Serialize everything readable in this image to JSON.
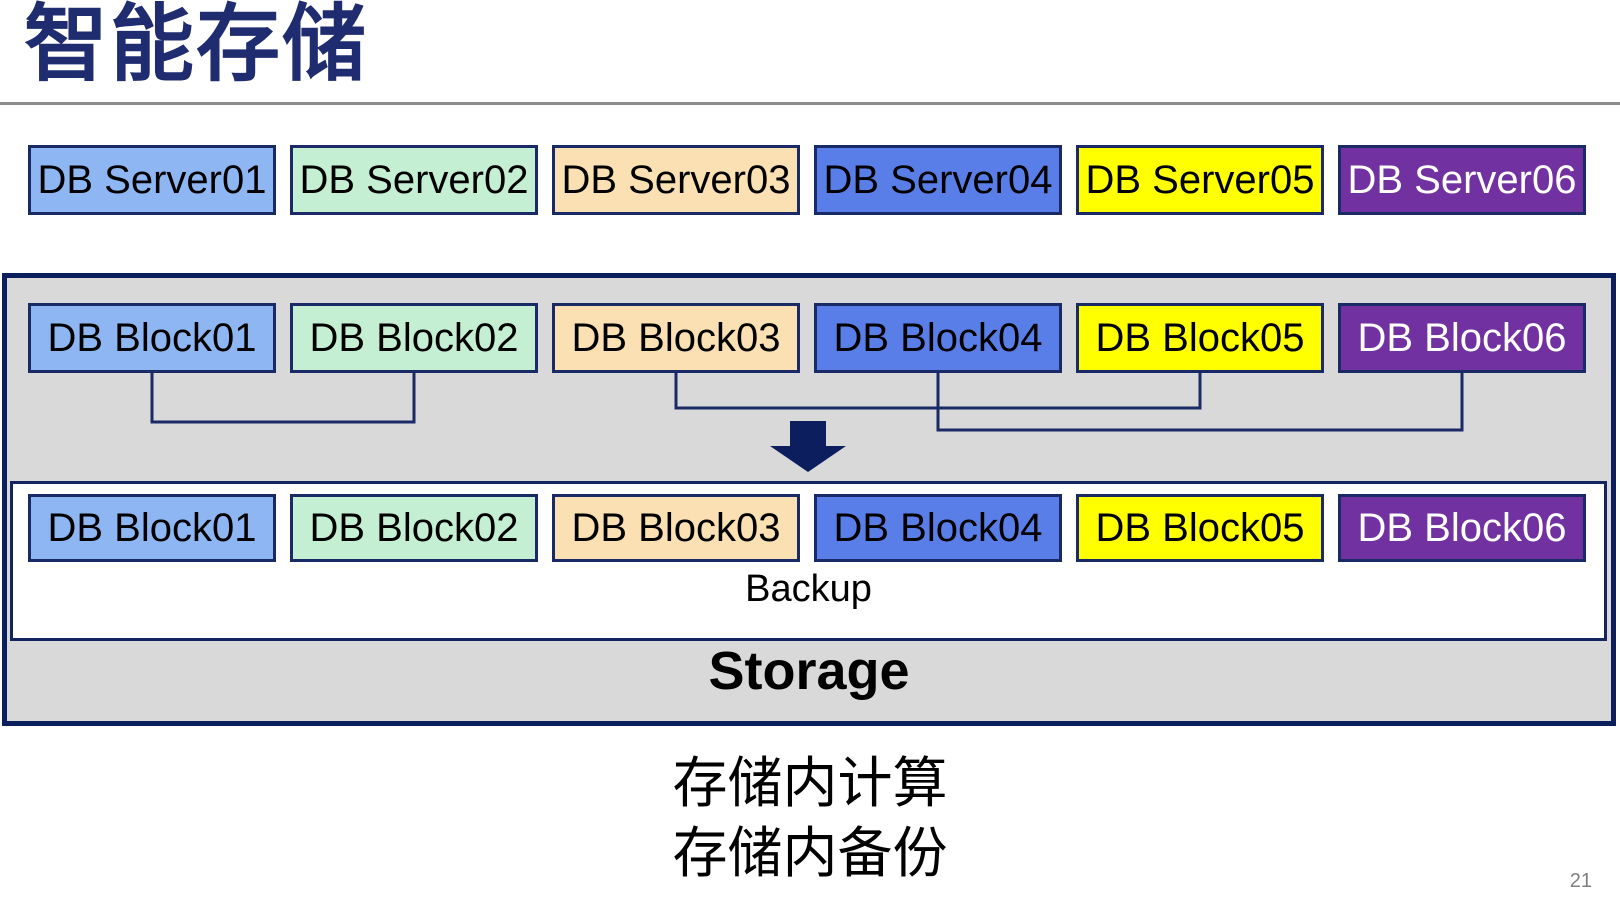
{
  "title": "智能存储",
  "page_number": "21",
  "captions": {
    "line1": "存储内计算",
    "line2": "存储内备份"
  },
  "server_row": [
    {
      "label": "DB Server01",
      "fill": "#8DB6F2",
      "text": "#000000"
    },
    {
      "label": "DB Server02",
      "fill": "#C5EFD3",
      "text": "#000000"
    },
    {
      "label": "DB Server03",
      "fill": "#FAE0B2",
      "text": "#000000"
    },
    {
      "label": "DB Server04",
      "fill": "#5A7EE8",
      "text": "#000000"
    },
    {
      "label": "DB Server05",
      "fill": "#FFFF00",
      "text": "#000000"
    },
    {
      "label": "DB Server06",
      "fill": "#7231A0",
      "text": "#FFFFFF"
    }
  ],
  "storage_panel": {
    "blocks_top": [
      {
        "label": "DB Block01",
        "fill": "#8DB6F2",
        "text": "#000000"
      },
      {
        "label": "DB Block02",
        "fill": "#C5EFD3",
        "text": "#000000"
      },
      {
        "label": "DB Block03",
        "fill": "#FAE0B2",
        "text": "#000000"
      },
      {
        "label": "DB Block04",
        "fill": "#5A7EE8",
        "text": "#000000"
      },
      {
        "label": "DB Block05",
        "fill": "#FFFF00",
        "text": "#000000"
      },
      {
        "label": "DB Block06",
        "fill": "#7231A0",
        "text": "#FFFFFF"
      }
    ],
    "blocks_bottom": [
      {
        "label": "DB Block01",
        "fill": "#8DB6F2",
        "text": "#000000"
      },
      {
        "label": "DB Block02",
        "fill": "#C5EFD3",
        "text": "#000000"
      },
      {
        "label": "DB Block03",
        "fill": "#FAE0B2",
        "text": "#000000"
      },
      {
        "label": "DB Block04",
        "fill": "#5A7EE8",
        "text": "#000000"
      },
      {
        "label": "DB Block05",
        "fill": "#FFFF00",
        "text": "#000000"
      },
      {
        "label": "DB Block06",
        "fill": "#7231A0",
        "text": "#FFFFFF"
      }
    ],
    "connections": [
      [
        "DB Block01",
        "DB Block02"
      ],
      [
        "DB Block03",
        "DB Block05"
      ],
      [
        "DB Block04",
        "DB Block06"
      ]
    ],
    "backup_label": "Backup",
    "storage_label": "Storage"
  },
  "colors": {
    "title": "#1F2C70",
    "box_border": "#1A2A66",
    "connector": "#1A2A66",
    "arrow": "#0C1E5E",
    "panel_fill": "#D9D9D9",
    "panel_border": "#0B1F5C",
    "rule": "#8C8C8C",
    "page_number": "#808080"
  }
}
